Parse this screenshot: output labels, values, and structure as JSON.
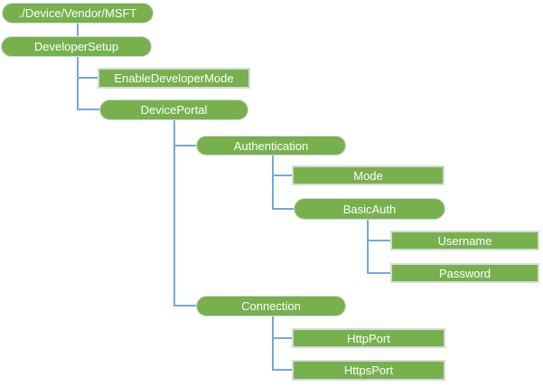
{
  "diagram": {
    "type": "tree",
    "description": "CSP node hierarchy tree diagram",
    "root_path": "./Device/Vendor/MSFT"
  },
  "colors": {
    "node-fill": "#76b14e",
    "node-border": "#d9d9d9",
    "node-text": "#ffffff",
    "connector": "#74a9d8",
    "canvas-bg": "#ffffff"
  },
  "nodes": [
    {
      "label": "./Device/Vendor/MSFT",
      "shape": "pill",
      "parent": null
    },
    {
      "label": "DeveloperSetup",
      "shape": "pill",
      "parent": "./Device/Vendor/MSFT"
    },
    {
      "label": "EnableDeveloperMode",
      "shape": "rect",
      "parent": "DeveloperSetup"
    },
    {
      "label": "DevicePortal",
      "shape": "pill",
      "parent": "DeveloperSetup"
    },
    {
      "label": "Authentication",
      "shape": "pill",
      "parent": "DevicePortal"
    },
    {
      "label": "Mode",
      "shape": "rect",
      "parent": "Authentication"
    },
    {
      "label": "BasicAuth",
      "shape": "pill",
      "parent": "Authentication"
    },
    {
      "label": "Username",
      "shape": "rect",
      "parent": "BasicAuth"
    },
    {
      "label": "Password",
      "shape": "rect",
      "parent": "BasicAuth"
    },
    {
      "label": "Connection",
      "shape": "pill",
      "parent": "DevicePortal"
    },
    {
      "label": "HttpPort",
      "shape": "rect",
      "parent": "Connection"
    },
    {
      "label": "HttpsPort",
      "shape": "rect",
      "parent": "Connection"
    }
  ]
}
